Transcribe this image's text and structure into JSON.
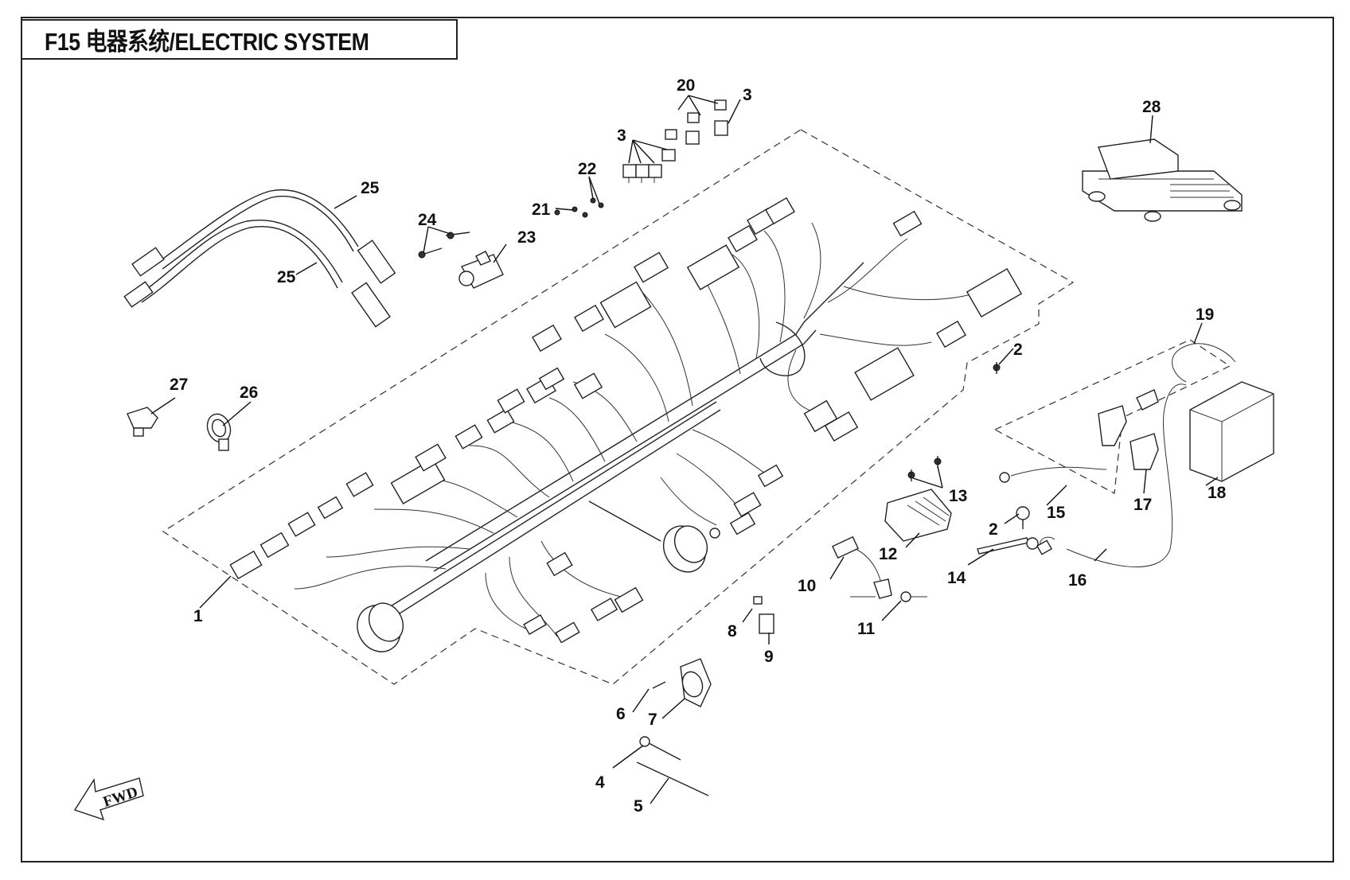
{
  "title": "F15 电器系统/ELECTRIC SYSTEM",
  "fwd_label": "FWD",
  "callouts": [
    "1",
    "2",
    "2",
    "3",
    "3",
    "4",
    "5",
    "6",
    "7",
    "8",
    "9",
    "10",
    "11",
    "12",
    "13",
    "14",
    "15",
    "16",
    "17",
    "18",
    "19",
    "20",
    "21",
    "22",
    "23",
    "24",
    "25",
    "25",
    "26",
    "27",
    "28"
  ]
}
